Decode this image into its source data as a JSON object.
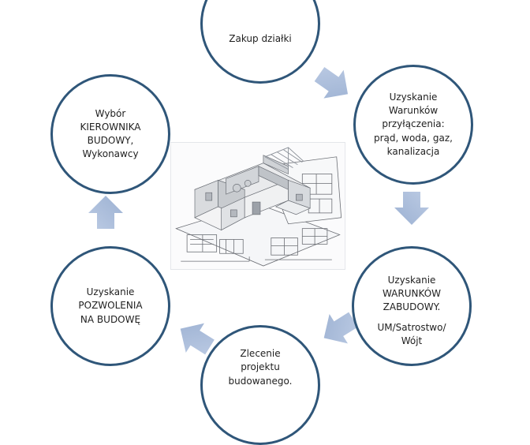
{
  "steps": [
    {
      "id": "zakup",
      "text": "Zakup działki"
    },
    {
      "id": "warunki",
      "text": "Uzyskanie\nWarunków\nprzyłączenia:\nprąd, woda, gaz,\nkanalizacja"
    },
    {
      "id": "zabudowa",
      "text": "Uzyskanie\nWARUNKÓW\nZABUDOWY.",
      "sub": "UM/Satrostwo/\nWójt"
    },
    {
      "id": "projekt",
      "text": "Zlecenie\nprojektu\nbudowanego."
    },
    {
      "id": "pozwolenie",
      "text": "Uzyskanie\nPOZWOLENIA\nNA BUDOWĘ"
    },
    {
      "id": "kierownik",
      "text": "Wybór\nKIEROWNIKA\nBUDOWY,\nWykonawcy"
    }
  ],
  "colors": {
    "circle_border": "#2f5679",
    "arrow_fill": "#a7bbd9",
    "text": "#1f1f1f"
  },
  "center_image": "house-blueprint-illustration"
}
